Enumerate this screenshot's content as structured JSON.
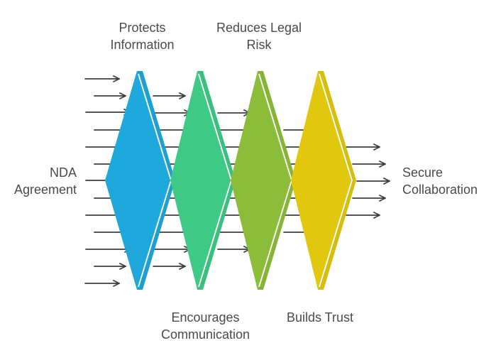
{
  "input_label": [
    "NDA",
    "Agreement"
  ],
  "output_label": [
    "Secure",
    "Collaboration"
  ],
  "stages": [
    {
      "lines": [
        "Protects",
        "Information"
      ],
      "position": "top",
      "color": "#1fa8dc"
    },
    {
      "lines": [
        "Encourages",
        "Communication"
      ],
      "position": "bottom",
      "color": "#3ec985"
    },
    {
      "lines": [
        "Reduces Legal",
        "Risk"
      ],
      "position": "top",
      "color": "#8cbd3a"
    },
    {
      "lines": [
        "Builds Trust"
      ],
      "position": "bottom",
      "color": "#e1c80f"
    }
  ],
  "arrow_color": "#3d3d3d",
  "text_color": "#4a4a4a"
}
